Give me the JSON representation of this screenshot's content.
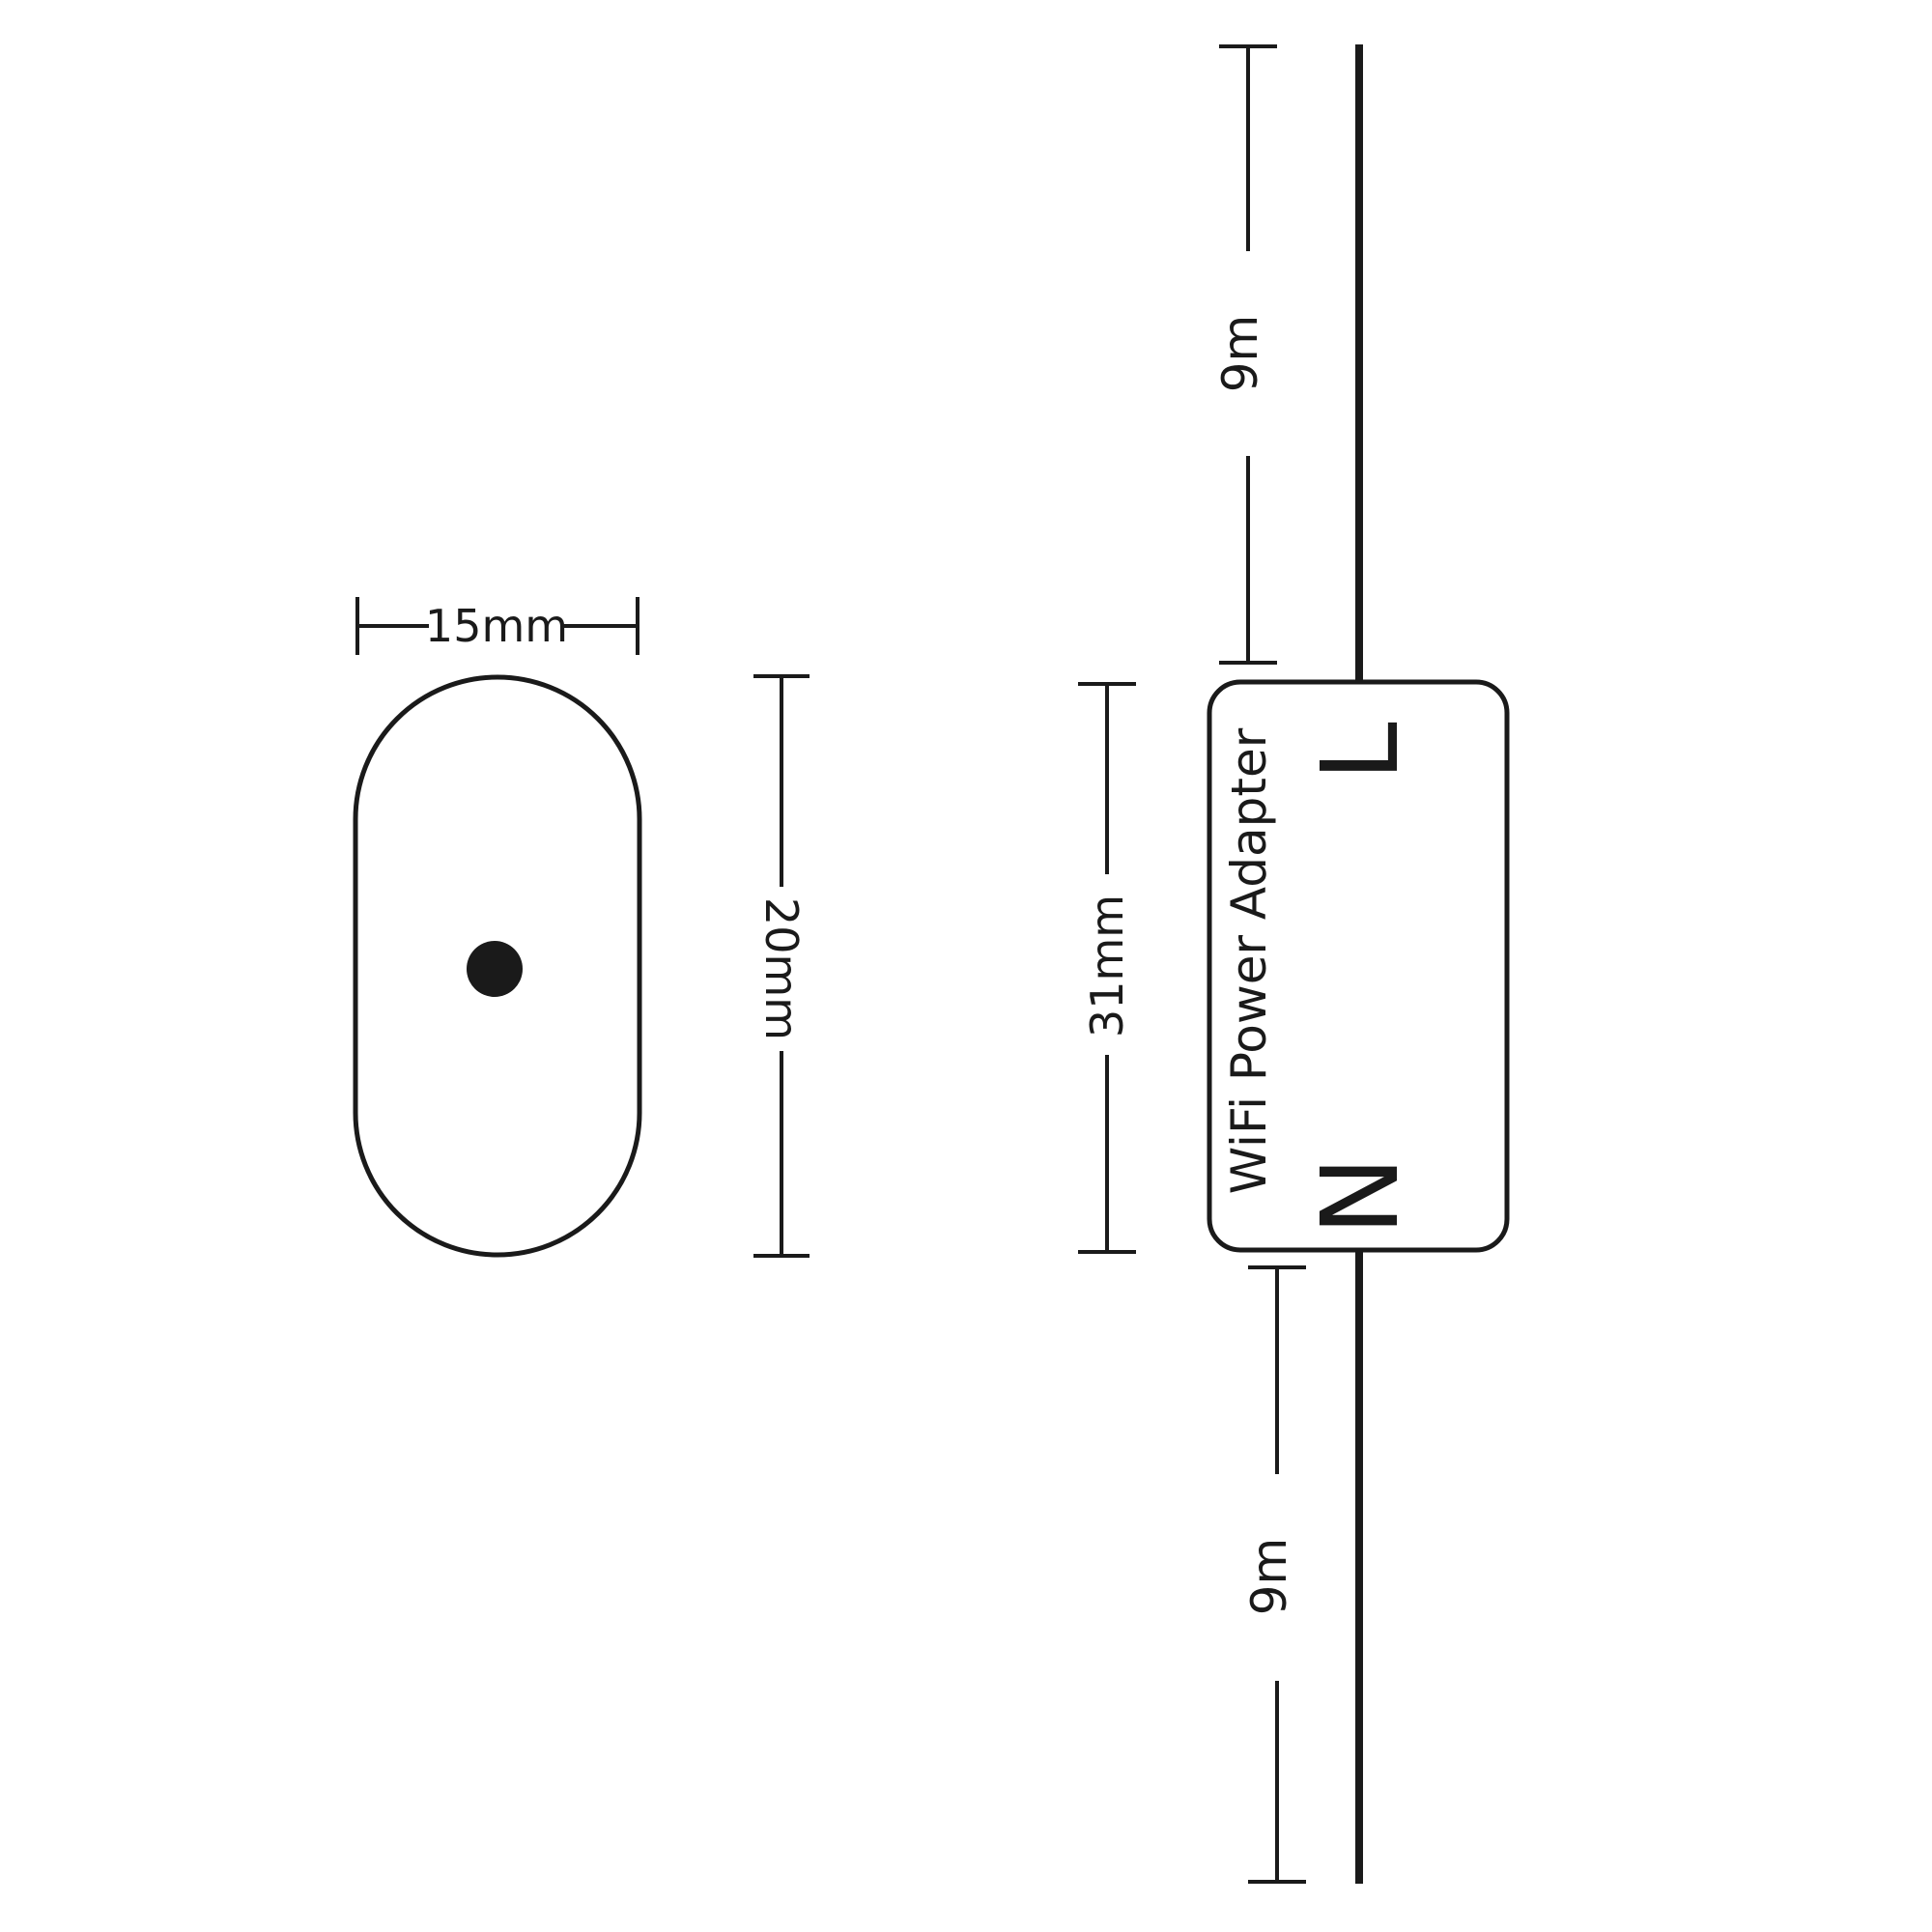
{
  "dimensions": {
    "sensor_width": "15mm",
    "sensor_height": "20mm",
    "adapter_height": "31mm",
    "cable_top_length": "9m",
    "cable_bottom_length": "9m"
  },
  "adapter": {
    "label": "WiFi Power Adapter",
    "terminal_live": "L",
    "terminal_neutral": "N"
  },
  "colors": {
    "stroke": "#1a1a1a",
    "background": "#ffffff"
  }
}
